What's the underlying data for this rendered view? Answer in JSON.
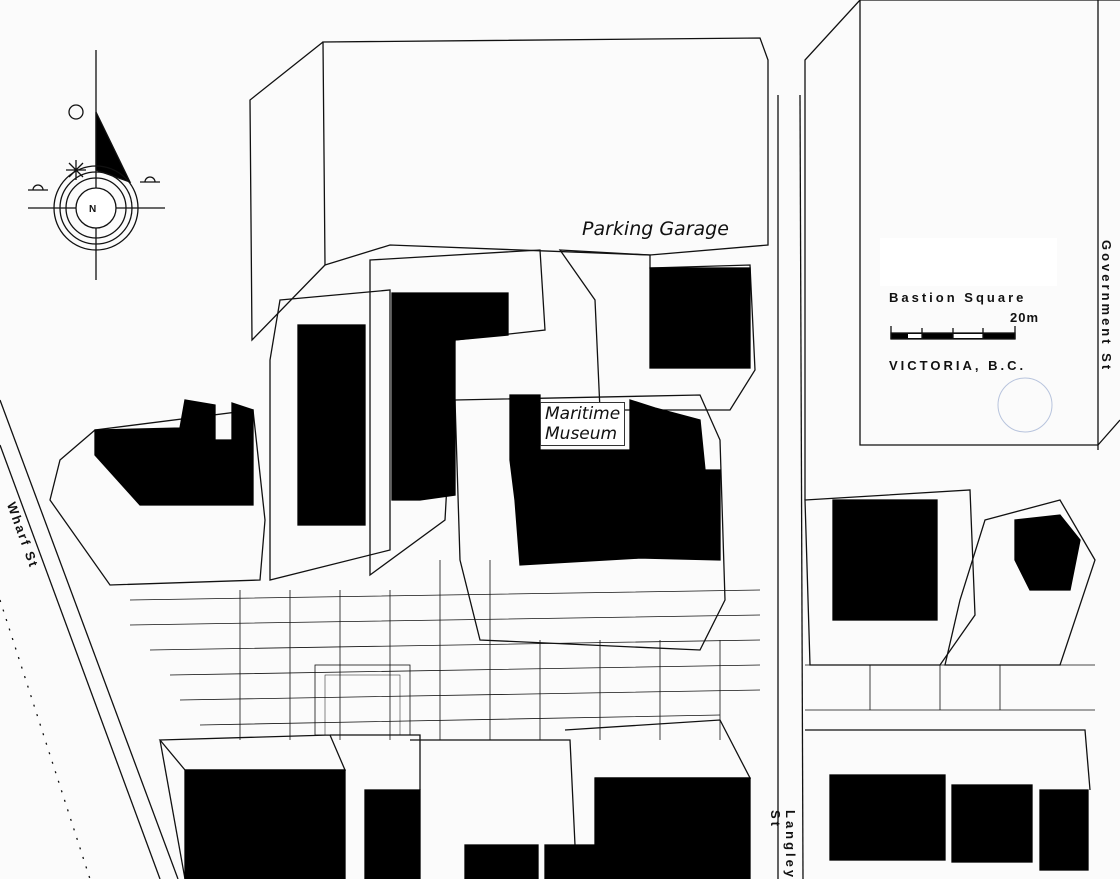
{
  "map": {
    "labels": {
      "parking": "Parking Garage",
      "museum_line1": "Maritime",
      "museum_line2": "Museum",
      "legend_title": "Bastion Square",
      "scale": "20m",
      "city": "VICTORIA, B.C.",
      "north": "N"
    },
    "streets": {
      "government": "Government St",
      "langley": "Langley St",
      "wharf": "Wharf St"
    },
    "colors": {
      "ink": "#111111",
      "paper": "#fbfbfb"
    }
  }
}
